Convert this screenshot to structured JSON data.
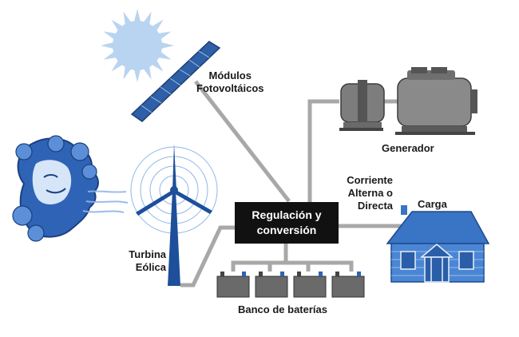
{
  "labels": {
    "modules_line1": "Módulos",
    "modules_line2": "Fotovoltáicos",
    "generator": "Generador",
    "current_line1": "Corriente",
    "current_line2": "Alterna o",
    "current_line3": "Directa",
    "load": "Carga",
    "regulation_line1": "Regulación y",
    "regulation_line2": "conversión",
    "turbine_line1": "Turbina",
    "turbine_line2": "Eólica",
    "batteries": "Banco de baterías"
  },
  "colors": {
    "wire": "#a8a8a8",
    "regulation_box": "#111111",
    "house_blue": "#3a74c4",
    "sun_blue": "#b9d4f0",
    "panel_blue": "#2f5fa6",
    "turbine_blue": "#1d4f9a",
    "battery_gray": "#6a6a6a",
    "generator_gray": "#7d7d7d",
    "wind_blue": "#2f63b5"
  },
  "icons": [
    "sun-icon",
    "solar-panel-icon",
    "generator-icon",
    "house-icon",
    "wind-turbine-icon",
    "wind-face-icon",
    "battery-icon"
  ]
}
